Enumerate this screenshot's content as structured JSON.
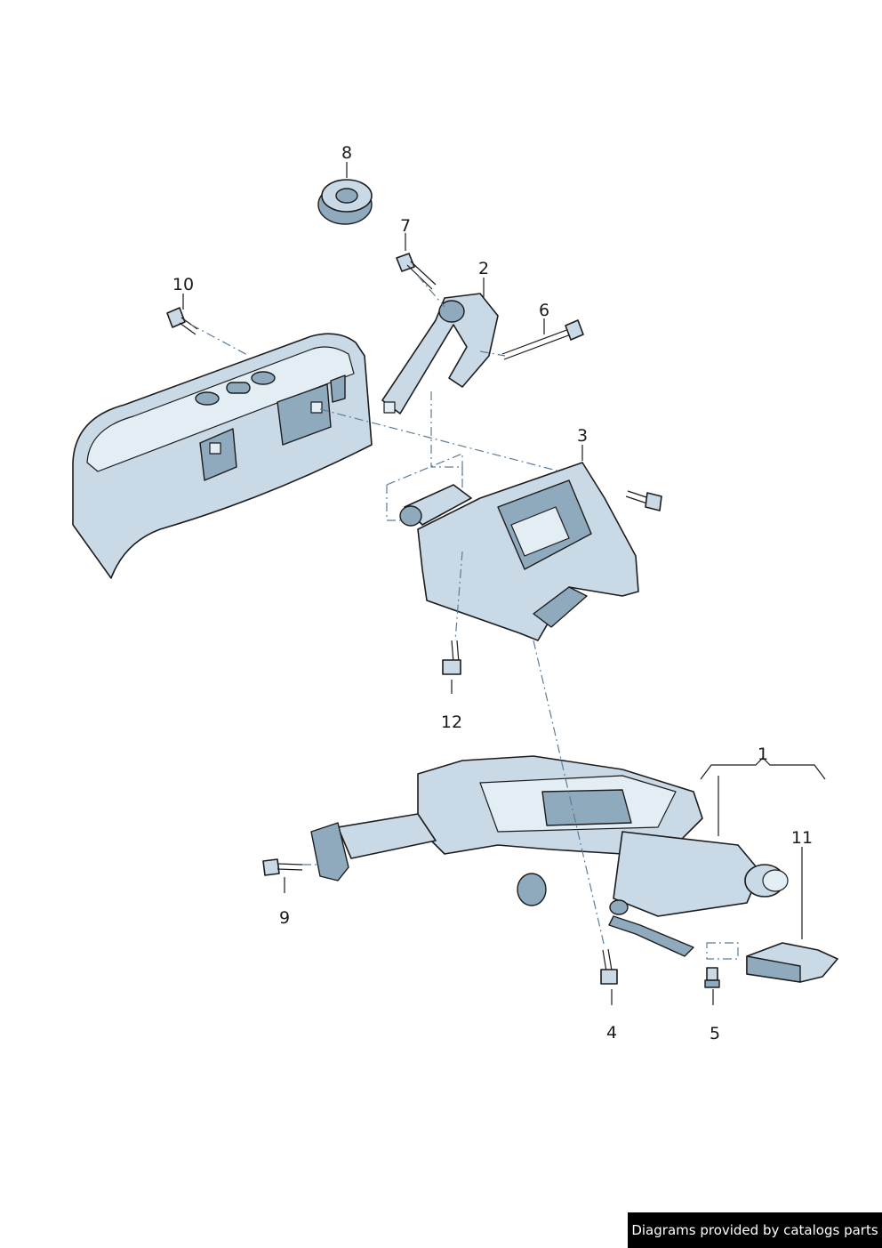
{
  "callouts": {
    "p1": "1",
    "p2": "2",
    "p3": "3",
    "p4": "4",
    "p5": "5",
    "p6": "6",
    "p7": "7",
    "p8": "8",
    "p9": "9",
    "p10": "10",
    "p11": "11",
    "p12": "12"
  },
  "credit": "Diagrams provided by catalogs parts",
  "colors": {
    "part_fill": "#c9d9e6",
    "part_shade": "#8fa9bd",
    "outline": "#1c1c1c",
    "dash_line": "#5a7d9a"
  }
}
